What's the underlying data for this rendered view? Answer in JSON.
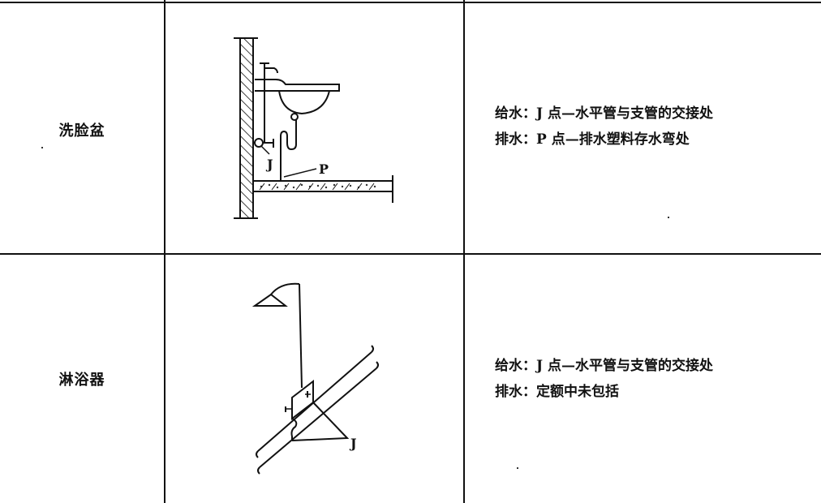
{
  "table": {
    "rows": [
      {
        "fixture": "洗脸盆",
        "diagram": {
          "type": "washbasin-section",
          "labels": {
            "supply_point": "J",
            "drain_point": "P"
          }
        },
        "notes": {
          "water_supply": "给水：J 点—水平管与支管的交接处",
          "drainage": "排水：P 点—排水塑料存水弯处"
        }
      },
      {
        "fixture": "淋浴器",
        "diagram": {
          "type": "shower-isometric",
          "labels": {
            "supply_point": "J"
          }
        },
        "notes": {
          "water_supply": "给水：J 点—水平管与支管的交接处",
          "drainage": "排水：定额中未包括"
        }
      }
    ]
  }
}
